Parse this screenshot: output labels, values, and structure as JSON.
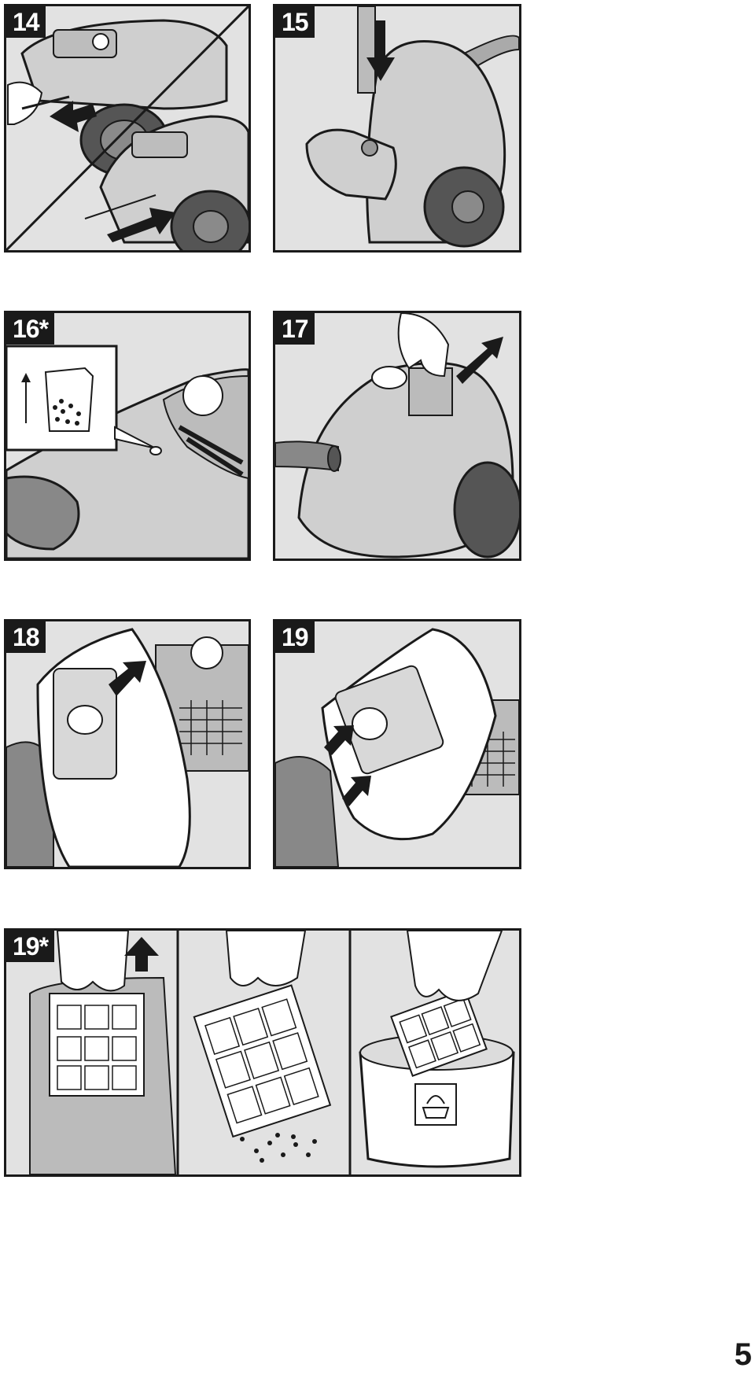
{
  "steps": [
    {
      "number": "14",
      "illustration": "cord-unplug-and-plug"
    },
    {
      "number": "15",
      "illustration": "floor-nozzle-park-position"
    },
    {
      "number": "16*",
      "illustration": "dust-bag-indicator"
    },
    {
      "number": "17",
      "illustration": "open-lid-latch"
    },
    {
      "number": "18",
      "illustration": "remove-dust-bag"
    },
    {
      "number": "19",
      "illustration": "insert-new-dust-bag"
    },
    {
      "number": "19*",
      "illustration": "remove-clean-wash-filter"
    }
  ],
  "page_number": "5",
  "colors": {
    "panel_bg": "#e2e2e2",
    "ink": "#1a1a1a",
    "machine": "#c8c8c8",
    "white": "#ffffff"
  }
}
